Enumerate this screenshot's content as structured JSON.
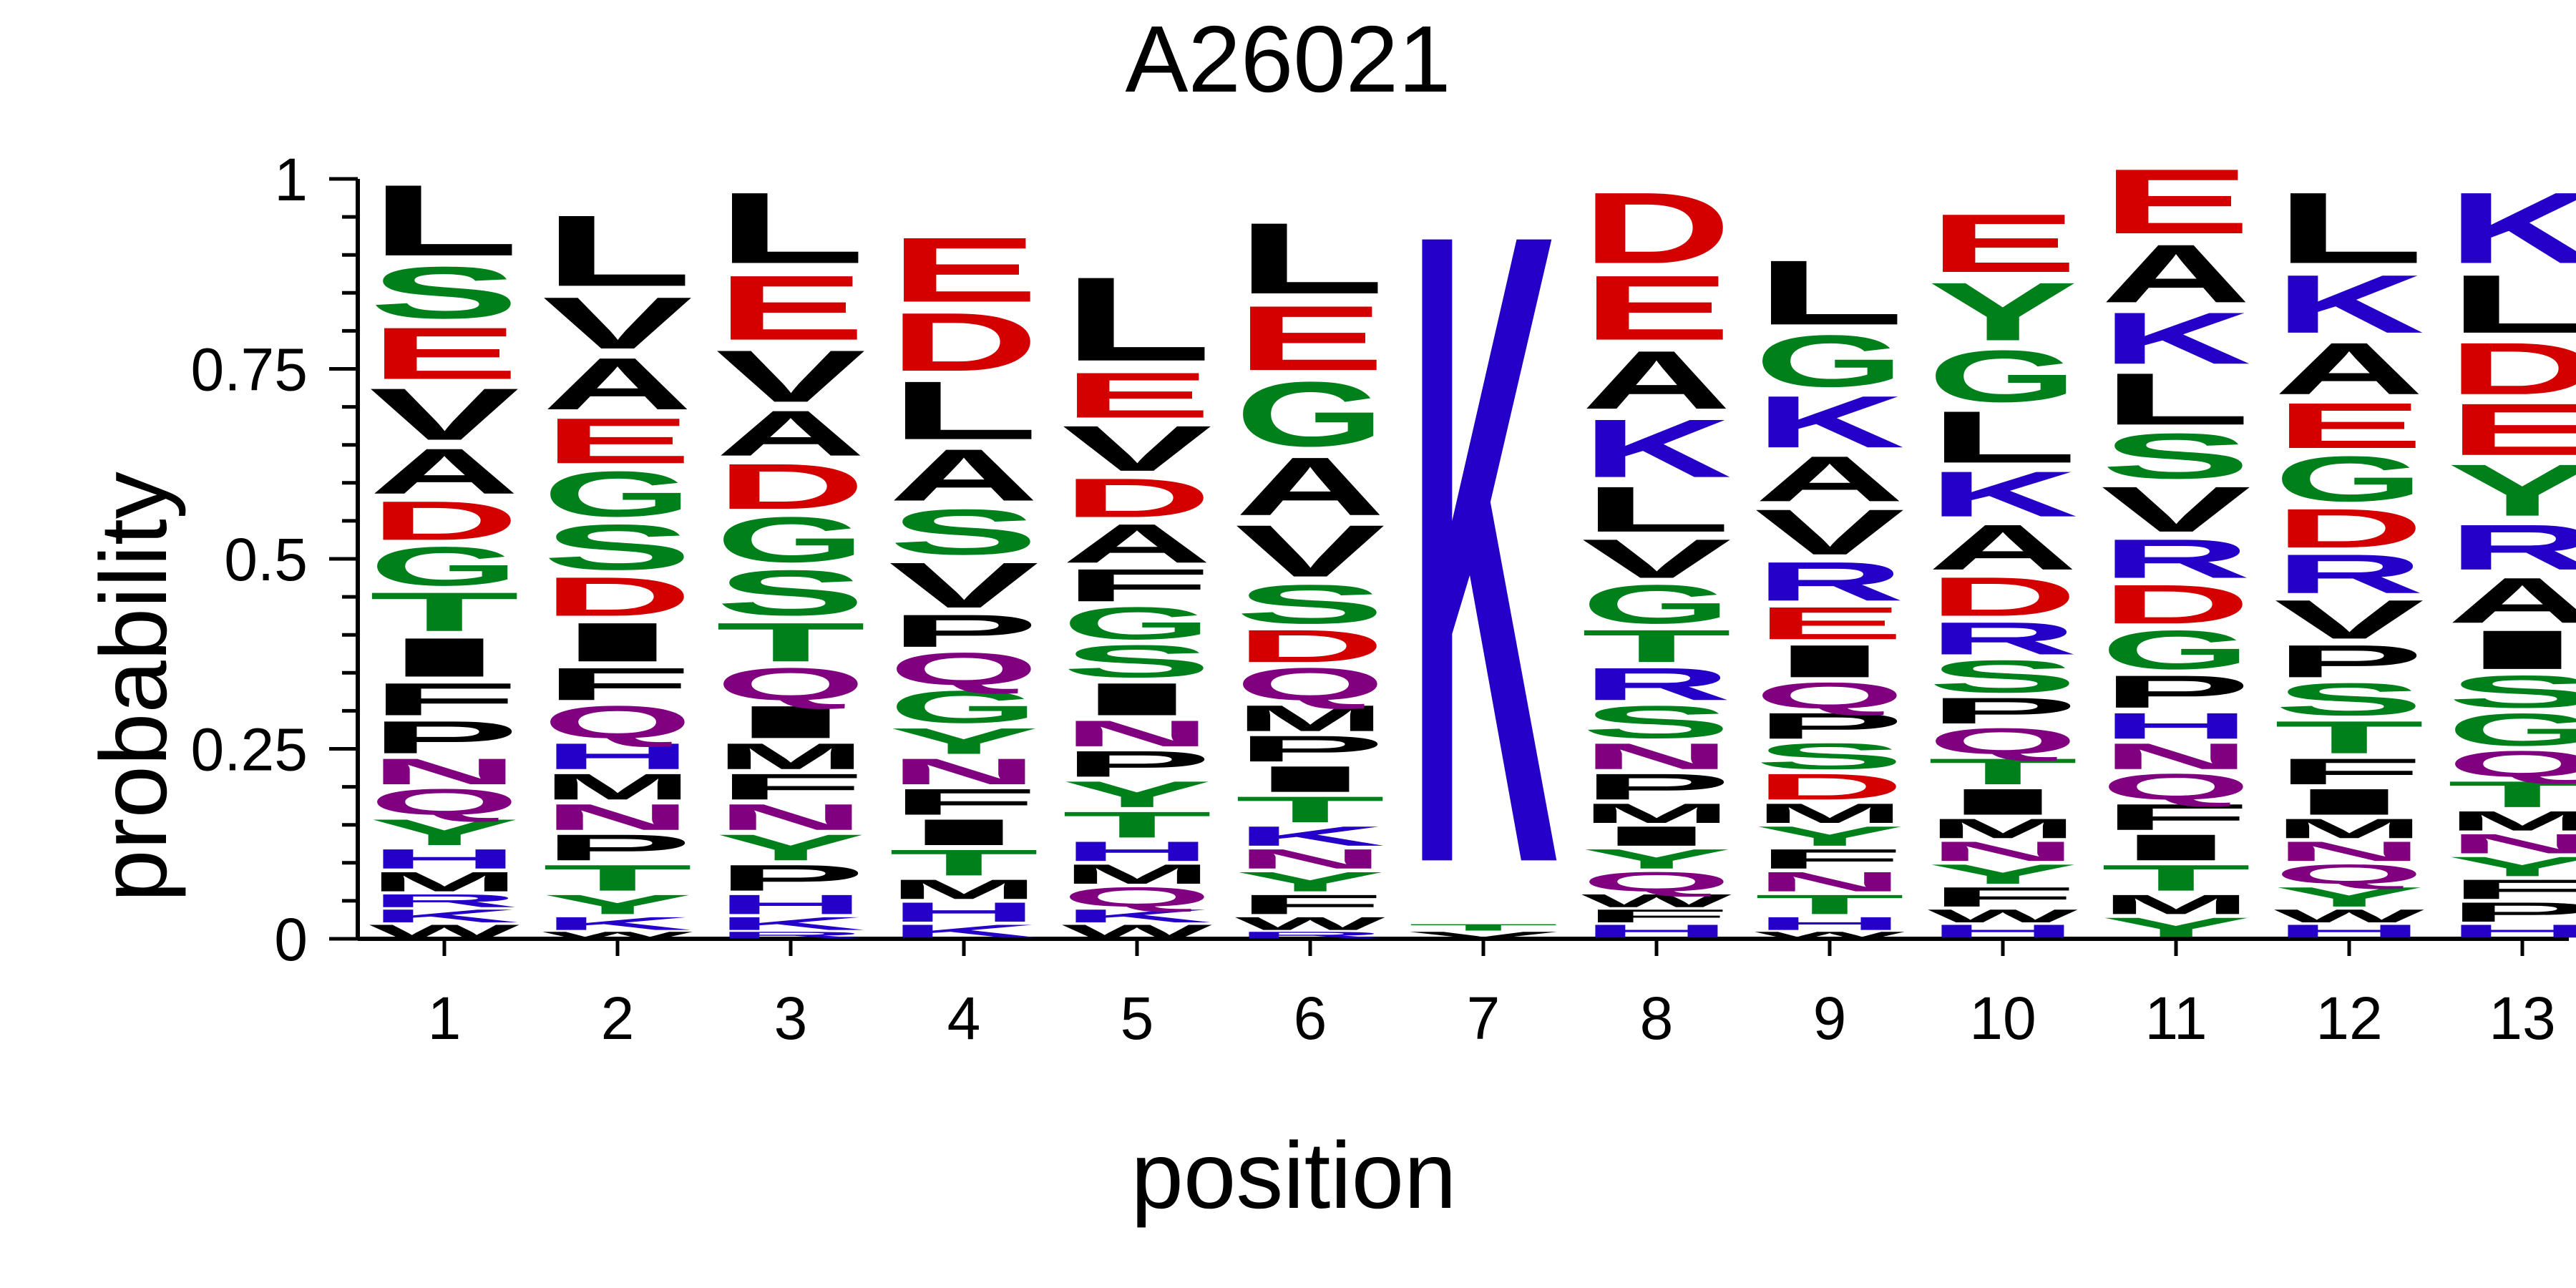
{
  "colors": {
    "hydrophobic": "#000000",
    "acidic": "#d40000",
    "basic": "#2400c8",
    "polar": "#00801a",
    "amide": "#800080"
  },
  "chart_data": {
    "type": "sequence-logo",
    "title": "A26021",
    "xlabel": "position",
    "ylabel": "probability",
    "ylim": [
      0,
      1
    ],
    "ytick_labels": [
      "0",
      "0.25",
      "0.5",
      "0.75",
      "1"
    ],
    "yticks": [
      0,
      0.25,
      0.5,
      0.75,
      1
    ],
    "yminor_step": 0.05,
    "positions": [
      "1",
      "2",
      "3",
      "4",
      "5",
      "6",
      "7",
      "8",
      "9",
      "10",
      "11",
      "12",
      "13"
    ],
    "columns": [
      [
        [
          "L",
          0.11
        ],
        [
          "A",
          0.07
        ],
        [
          "V",
          0.08
        ],
        [
          "E",
          0.08
        ],
        [
          "S",
          0.08
        ],
        [
          "I",
          0.06
        ],
        [
          "T",
          0.06
        ],
        [
          "G",
          0.06
        ],
        [
          "D",
          0.06
        ],
        [
          "P",
          0.05
        ],
        [
          "F",
          0.05
        ],
        [
          "Y",
          0.04
        ],
        [
          "Q",
          0.04
        ],
        [
          "N",
          0.04
        ],
        [
          "M",
          0.03
        ],
        [
          "H",
          0.03
        ],
        [
          "W",
          0.02
        ],
        [
          "K",
          0.02
        ],
        [
          "R",
          0.02
        ]
      ],
      [
        [
          "L",
          0.11
        ],
        [
          "A",
          0.08
        ],
        [
          "V",
          0.08
        ],
        [
          "I",
          0.06
        ],
        [
          "S",
          0.07
        ],
        [
          "G",
          0.07
        ],
        [
          "E",
          0.07
        ],
        [
          "T",
          0.04
        ],
        [
          "Q",
          0.05
        ],
        [
          "F",
          0.05
        ],
        [
          "D",
          0.06
        ],
        [
          "P",
          0.04
        ],
        [
          "N",
          0.04
        ],
        [
          "Y",
          0.03
        ],
        [
          "M",
          0.04
        ],
        [
          "H",
          0.04
        ],
        [
          "W",
          0.01
        ],
        [
          "K",
          0.02
        ]
      ],
      [
        [
          "L",
          0.11
        ],
        [
          "E",
          0.1
        ],
        [
          "V",
          0.08
        ],
        [
          "S",
          0.07
        ],
        [
          "G",
          0.07
        ],
        [
          "D",
          0.07
        ],
        [
          "A",
          0.07
        ],
        [
          "T",
          0.06
        ],
        [
          "I",
          0.05
        ],
        [
          "Q",
          0.05
        ],
        [
          "P",
          0.04
        ],
        [
          "Y",
          0.04
        ],
        [
          "N",
          0.04
        ],
        [
          "F",
          0.04
        ],
        [
          "M",
          0.04
        ],
        [
          "H",
          0.03
        ],
        [
          "K",
          0.02
        ],
        [
          "R",
          0.01
        ]
      ],
      [
        [
          "E",
          0.1
        ],
        [
          "L",
          0.09
        ],
        [
          "D",
          0.09
        ],
        [
          "A",
          0.08
        ],
        [
          "V",
          0.07
        ],
        [
          "T",
          0.04
        ],
        [
          "S",
          0.07
        ],
        [
          "G",
          0.05
        ],
        [
          "Q",
          0.05
        ],
        [
          "P",
          0.05
        ],
        [
          "I",
          0.04
        ],
        [
          "F",
          0.04
        ],
        [
          "N",
          0.04
        ],
        [
          "H",
          0.03
        ],
        [
          "Y",
          0.04
        ],
        [
          "M",
          0.03
        ],
        [
          "K",
          0.02
        ]
      ],
      [
        [
          "L",
          0.13
        ],
        [
          "V",
          0.07
        ],
        [
          "A",
          0.06
        ],
        [
          "I",
          0.05
        ],
        [
          "E",
          0.07
        ],
        [
          "D",
          0.06
        ],
        [
          "S",
          0.05
        ],
        [
          "G",
          0.05
        ],
        [
          "F",
          0.05
        ],
        [
          "T",
          0.04
        ],
        [
          "Y",
          0.04
        ],
        [
          "P",
          0.04
        ],
        [
          "N",
          0.04
        ],
        [
          "Q",
          0.03
        ],
        [
          "M",
          0.03
        ],
        [
          "H",
          0.03
        ],
        [
          "W",
          0.02
        ],
        [
          "K",
          0.02
        ]
      ],
      [
        [
          "L",
          0.11
        ],
        [
          "G",
          0.1
        ],
        [
          "E",
          0.1
        ],
        [
          "A",
          0.09
        ],
        [
          "V",
          0.08
        ],
        [
          "S",
          0.06
        ],
        [
          "T",
          0.04
        ],
        [
          "Q",
          0.05
        ],
        [
          "I",
          0.04
        ],
        [
          "D",
          0.05
        ],
        [
          "P",
          0.04
        ],
        [
          "M",
          0.04
        ],
        [
          "F",
          0.03
        ],
        [
          "Y",
          0.03
        ],
        [
          "N",
          0.03
        ],
        [
          "W",
          0.02
        ],
        [
          "K",
          0.03
        ],
        [
          "R",
          0.01
        ]
      ],
      [
        [
          "K",
          0.98
        ],
        [
          "V",
          0.01
        ],
        [
          "T",
          0.01
        ]
      ],
      [
        [
          "E",
          0.1
        ],
        [
          "D",
          0.11
        ],
        [
          "K",
          0.09
        ],
        [
          "A",
          0.09
        ],
        [
          "L",
          0.07
        ],
        [
          "G",
          0.06
        ],
        [
          "S",
          0.05
        ],
        [
          "R",
          0.05
        ],
        [
          "T",
          0.05
        ],
        [
          "V",
          0.06
        ],
        [
          "Q",
          0.03
        ],
        [
          "P",
          0.04
        ],
        [
          "N",
          0.04
        ],
        [
          "Y",
          0.03
        ],
        [
          "I",
          0.03
        ],
        [
          "M",
          0.03
        ],
        [
          "H",
          0.02
        ],
        [
          "F",
          0.02
        ],
        [
          "W",
          0.02
        ]
      ],
      [
        [
          "L",
          0.1
        ],
        [
          "K",
          0.08
        ],
        [
          "G",
          0.08
        ],
        [
          "V",
          0.07
        ],
        [
          "A",
          0.07
        ],
        [
          "R",
          0.06
        ],
        [
          "I",
          0.05
        ],
        [
          "D",
          0.04
        ],
        [
          "S",
          0.04
        ],
        [
          "P",
          0.04
        ],
        [
          "E",
          0.05
        ],
        [
          "T",
          0.03
        ],
        [
          "Q",
          0.04
        ],
        [
          "N",
          0.03
        ],
        [
          "F",
          0.03
        ],
        [
          "Y",
          0.03
        ],
        [
          "M",
          0.03
        ],
        [
          "H",
          0.02
        ],
        [
          "W",
          0.01
        ]
      ],
      [
        [
          "Y",
          0.09
        ],
        [
          "L",
          0.08
        ],
        [
          "G",
          0.08
        ],
        [
          "E",
          0.09
        ],
        [
          "A",
          0.07
        ],
        [
          "K",
          0.07
        ],
        [
          "S",
          0.05
        ],
        [
          "D",
          0.06
        ],
        [
          "R",
          0.05
        ],
        [
          "I",
          0.04
        ],
        [
          "T",
          0.04
        ],
        [
          "Q",
          0.04
        ],
        [
          "P",
          0.04
        ],
        [
          "F",
          0.03
        ],
        [
          "Y",
          0.03
        ],
        [
          "N",
          0.03
        ],
        [
          "M",
          0.03
        ],
        [
          "H",
          0.02
        ],
        [
          "W",
          0.02
        ]
      ],
      [
        [
          "E",
          0.1
        ],
        [
          "A",
          0.09
        ],
        [
          "L",
          0.08
        ],
        [
          "K",
          0.08
        ],
        [
          "V",
          0.07
        ],
        [
          "S",
          0.07
        ],
        [
          "G",
          0.06
        ],
        [
          "D",
          0.06
        ],
        [
          "T",
          0.04
        ],
        [
          "R",
          0.06
        ],
        [
          "P",
          0.05
        ],
        [
          "I",
          0.04
        ],
        [
          "F",
          0.04
        ],
        [
          "Q",
          0.04
        ],
        [
          "N",
          0.04
        ],
        [
          "H",
          0.04
        ],
        [
          "Y",
          0.03
        ],
        [
          "M",
          0.03
        ]
      ],
      [
        [
          "L",
          0.11
        ],
        [
          "K",
          0.09
        ],
        [
          "A",
          0.08
        ],
        [
          "G",
          0.07
        ],
        [
          "V",
          0.06
        ],
        [
          "R",
          0.06
        ],
        [
          "E",
          0.07
        ],
        [
          "D",
          0.06
        ],
        [
          "T",
          0.05
        ],
        [
          "S",
          0.05
        ],
        [
          "P",
          0.05
        ],
        [
          "I",
          0.04
        ],
        [
          "F",
          0.04
        ],
        [
          "Y",
          0.03
        ],
        [
          "Q",
          0.03
        ],
        [
          "N",
          0.03
        ],
        [
          "M",
          0.03
        ],
        [
          "H",
          0.02
        ],
        [
          "W",
          0.02
        ]
      ],
      [
        [
          "K",
          0.11
        ],
        [
          "L",
          0.09
        ],
        [
          "Y",
          0.08
        ],
        [
          "I",
          0.06
        ],
        [
          "E",
          0.08
        ],
        [
          "D",
          0.08
        ],
        [
          "A",
          0.07
        ],
        [
          "R",
          0.07
        ],
        [
          "G",
          0.05
        ],
        [
          "S",
          0.05
        ],
        [
          "T",
          0.04
        ],
        [
          "Q",
          0.04
        ],
        [
          "P",
          0.03
        ],
        [
          "F",
          0.03
        ],
        [
          "Y",
          0.03
        ],
        [
          "N",
          0.03
        ],
        [
          "M",
          0.03
        ],
        [
          "H",
          0.02
        ]
      ]
    ]
  }
}
